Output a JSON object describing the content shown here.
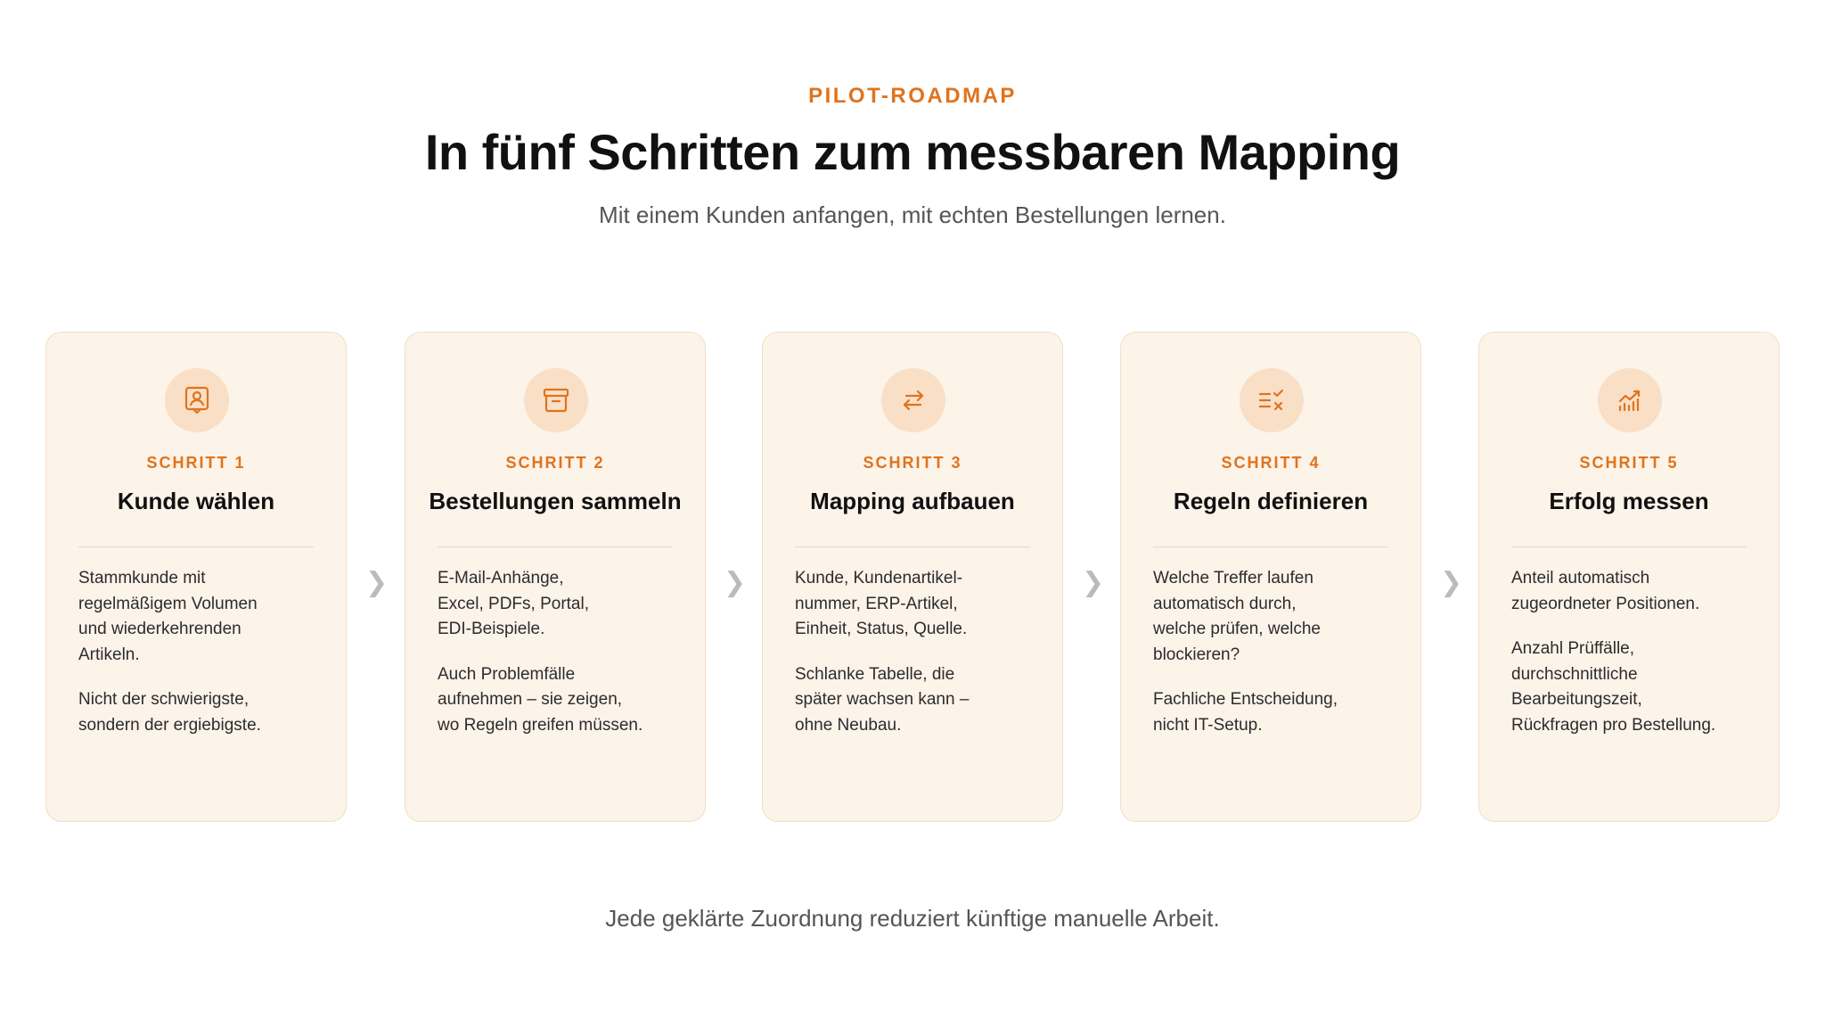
{
  "header": {
    "eyebrow": "PILOT-ROADMAP",
    "title": "In fünf Schritten zum messbaren Mapping",
    "subtitle": "Mit einem Kunden anfangen, mit echten Bestellungen lernen."
  },
  "steps": [
    {
      "icon": "customer-profile-icon",
      "label": "SCHRITT 1",
      "title": "Kunde wählen",
      "body1": "Stammkunde mit\nregelmäßigem Volumen\nund wiederkehrenden\nArtikeln.",
      "body2": "Nicht der schwierigste,\nsondern der ergiebigste."
    },
    {
      "icon": "archive-box-icon",
      "label": "SCHRITT 2",
      "title": "Bestellungen sammeln",
      "body1": "E-Mail-Anhänge,\nExcel, PDFs, Portal,\nEDI-Beispiele.",
      "body2": "Auch Problemfälle\naufnehmen – sie zeigen,\nwo Regeln greifen müssen."
    },
    {
      "icon": "swap-arrows-icon",
      "label": "SCHRITT 3",
      "title": "Mapping aufbauen",
      "body1": "Kunde, Kundenartikel-\nnummer, ERP-Artikel,\nEinheit, Status, Quelle.",
      "body2": "Schlanke Tabelle, die\nspäter wachsen kann –\nohne Neubau."
    },
    {
      "icon": "rules-check-icon",
      "label": "SCHRITT 4",
      "title": "Regeln definieren",
      "body1": "Welche Treffer laufen\nautomatisch durch,\nwelche prüfen, welche\nblockieren?",
      "body2": "Fachliche Entscheidung,\nnicht IT-Setup."
    },
    {
      "icon": "bar-chart-trend-icon",
      "label": "SCHRITT 5",
      "title": "Erfolg messen",
      "body1": "Anteil automatisch\nzugeordneter Positionen.",
      "body2": "Anzahl Prüffälle,\ndurchschnittliche\nBearbeitungszeit,\nRückfragen pro Bestellung."
    }
  ],
  "arrow_glyph": "❯",
  "footer": "Jede geklärte Zuordnung reduziert künftige manuelle Arbeit.",
  "colors": {
    "accent": "#e0731d",
    "card_background": "#fcf3e9",
    "icon_circle": "#f9dfc6"
  }
}
